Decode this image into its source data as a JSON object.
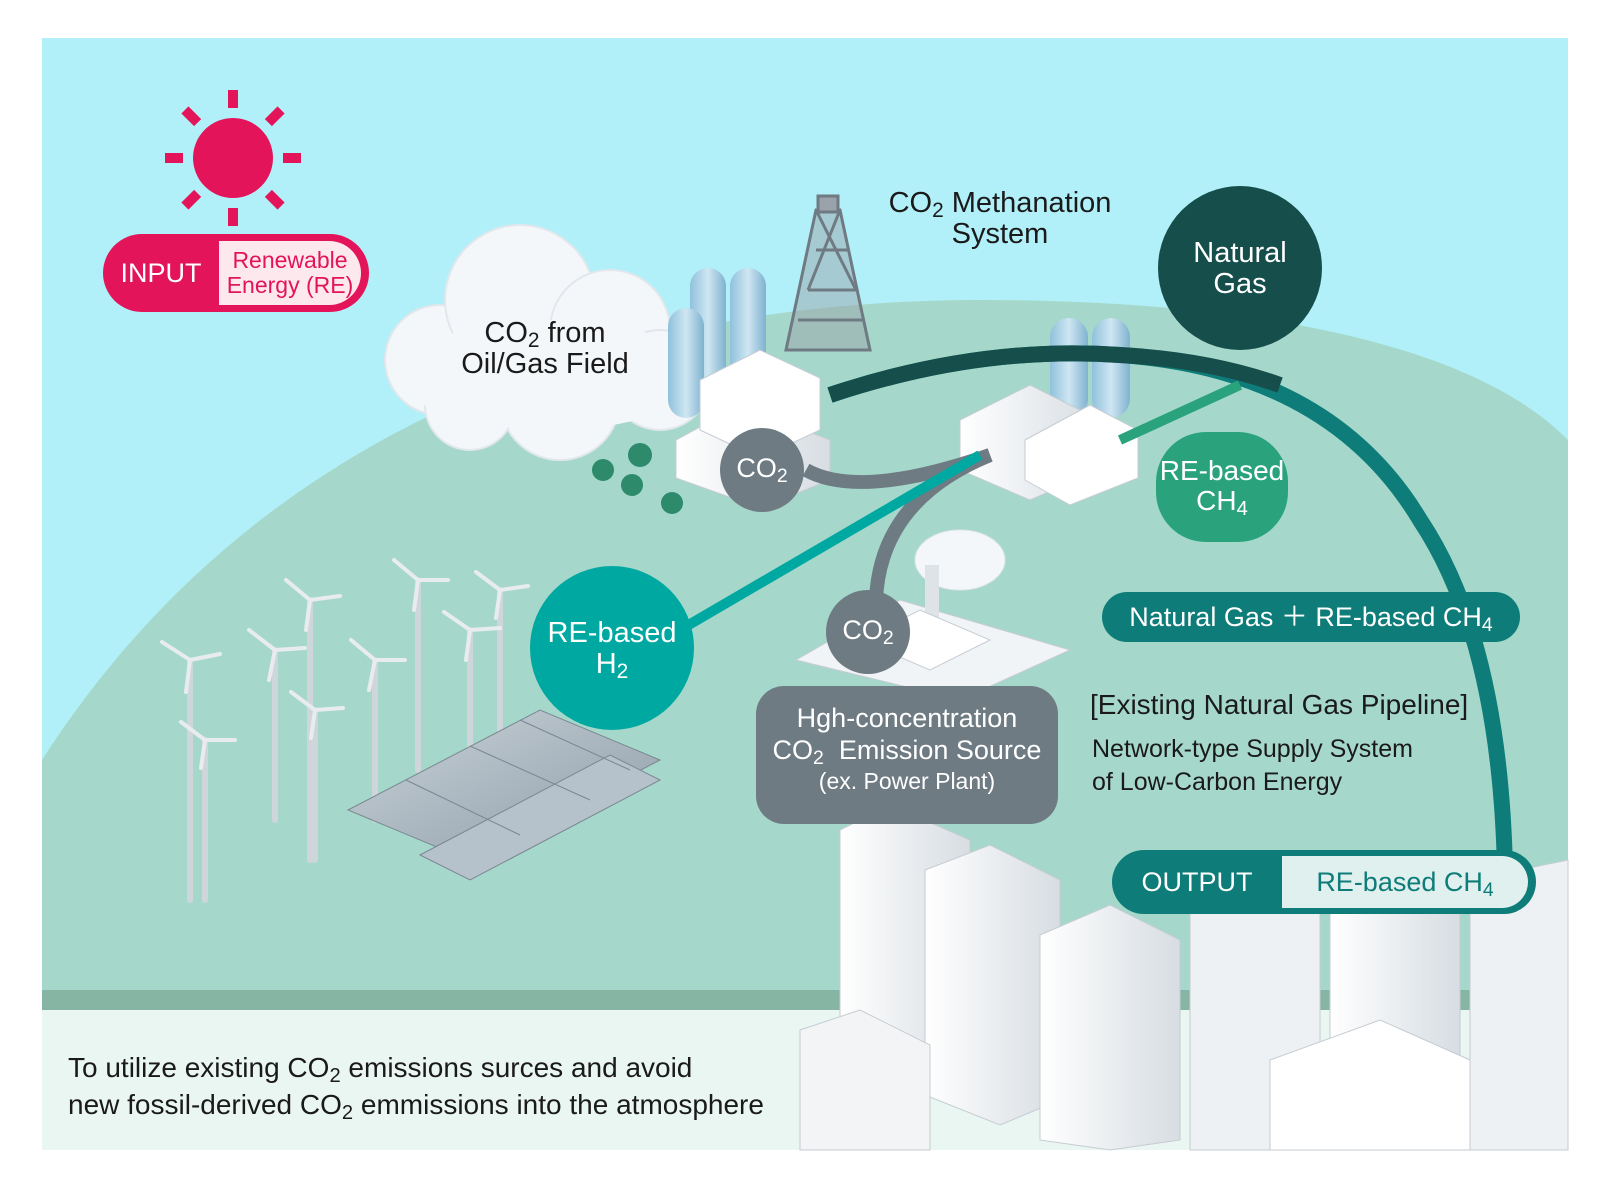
{
  "colors": {
    "sky": "#b1f0f8",
    "hill": "#a5d8cb",
    "ground": "#eaf6f1",
    "input_accent": "#e3145a",
    "teal": "#0e7c78",
    "teal_light": "#00a8a2",
    "dark_green": "#164e4c",
    "green": "#2aa37d",
    "grey": "#6e7b83"
  },
  "icons": [
    "sun-icon",
    "cloud-icon",
    "wind-turbine-icon",
    "solar-panel-icon",
    "factory-icon",
    "drilling-rig-icon",
    "power-plant-icon",
    "city-buildings-icon",
    "tree-icon"
  ],
  "input": {
    "tag": "INPUT",
    "value_line1": "Renewable",
    "value_line2": "Energy (RE)"
  },
  "cloud_label": {
    "line1_prefix": "CO",
    "line1_sub": "2",
    "line1_suffix": " from",
    "line2": "Oil/Gas Field"
  },
  "methanation": {
    "line1_prefix": "CO",
    "line1_sub": "2",
    "line1_suffix": " Methanation",
    "line2": "System"
  },
  "natural_gas": {
    "line1": "Natural",
    "line2": "Gas"
  },
  "co2_node_1": {
    "prefix": "CO",
    "sub": "2"
  },
  "co2_node_2": {
    "prefix": "CO",
    "sub": "2"
  },
  "re_ch4": {
    "line1": "RE-based",
    "line2_prefix": "CH",
    "line2_sub": "4"
  },
  "re_h2": {
    "line1": "RE-based",
    "line2_prefix": "H",
    "line2_sub": "2"
  },
  "mix_bar": {
    "prefix": "Natural Gas ＋ RE-based CH",
    "sub": "4"
  },
  "emission_source": {
    "line1": "Hgh-concentration",
    "line2_prefix": "CO",
    "line2_sub": "2",
    "line2_suffix": "  Emission Source",
    "line3": "(ex. Power Plant)"
  },
  "pipeline": {
    "title": "[Existing Natural Gas Pipeline]",
    "line1": "Network-type Supply System",
    "line2": "of Low-Carbon Energy"
  },
  "output": {
    "tag": "OUTPUT",
    "value_prefix": "RE-based CH",
    "value_sub": "4"
  },
  "footer": {
    "line1_prefix": "To utilize existing CO",
    "line1_sub": "2",
    "line1_suffix": " emissions surces and avoid",
    "line2_prefix": "new fossil-derived CO",
    "line2_sub": "2",
    "line2_suffix": " emmissions into the atmosphere"
  }
}
